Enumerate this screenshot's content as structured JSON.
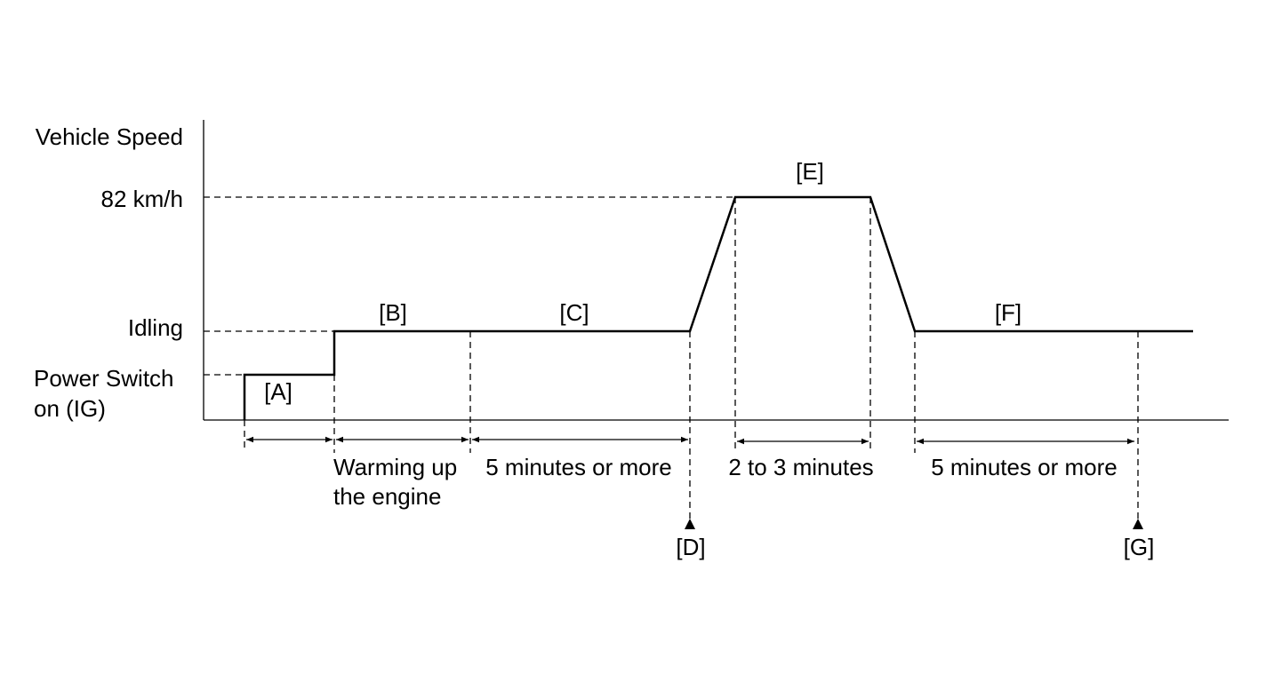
{
  "y_axis": {
    "title": "Vehicle Speed",
    "levels": {
      "speed": "82 km/h",
      "idling": "Idling",
      "power_line1": "Power Switch",
      "power_line2": "on (IG)"
    }
  },
  "segments": {
    "a": "[A]",
    "b": "[B]",
    "c": "[C]",
    "d": "[D]",
    "e": "[E]",
    "f": "[F]",
    "g": "[G]"
  },
  "durations": {
    "b_line1": "Warming up",
    "b_line2": "the engine",
    "c": "5 minutes or more",
    "e": "2 to 3 minutes",
    "f": "5 minutes or more"
  }
}
